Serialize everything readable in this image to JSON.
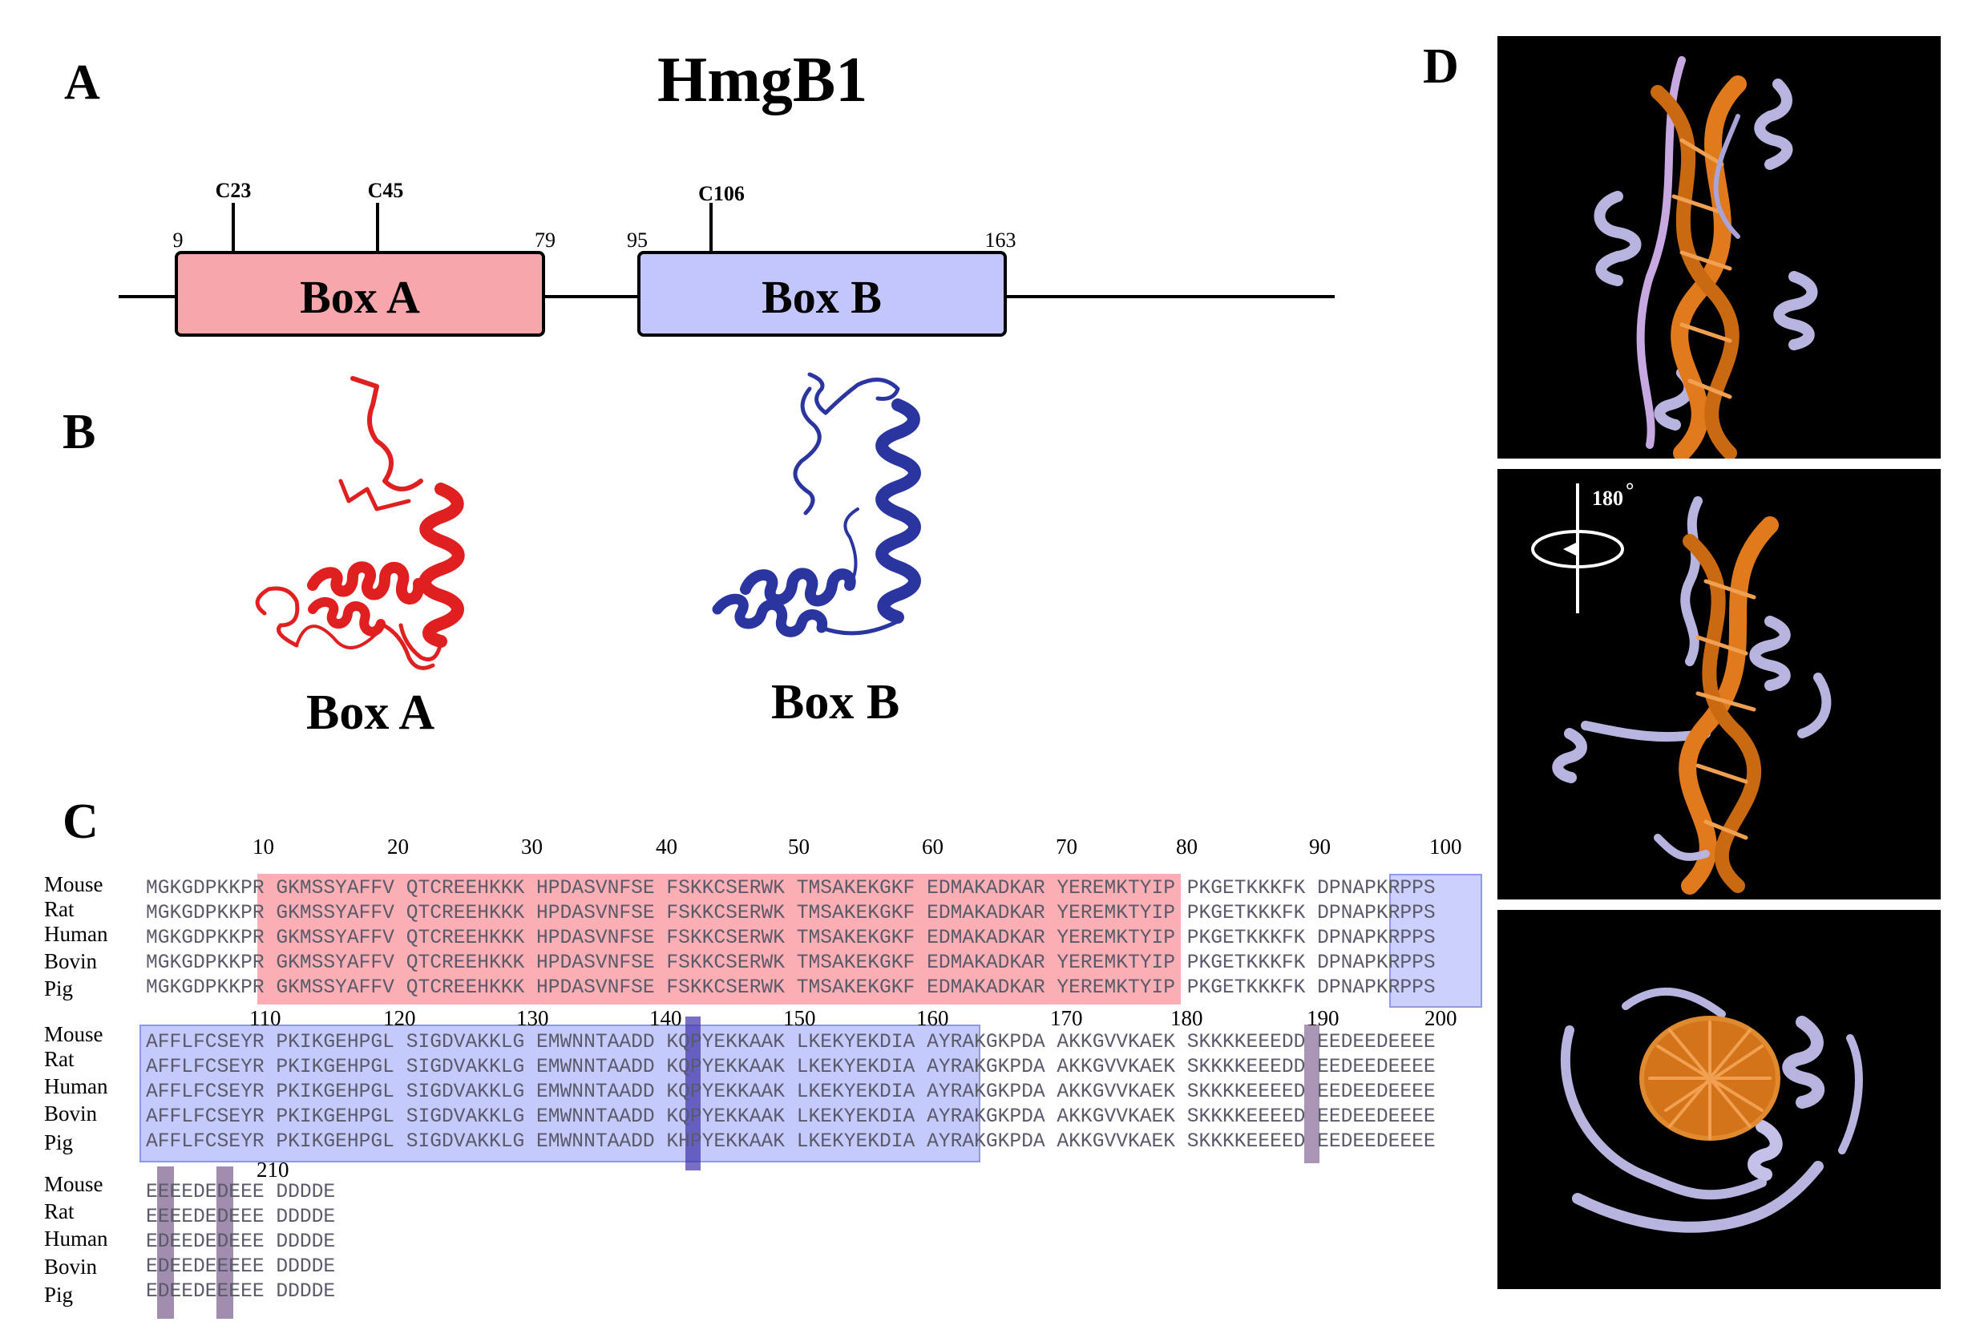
{
  "figure": {
    "panel_labels": {
      "A": "A",
      "B": "B",
      "C": "C",
      "D": "D"
    },
    "title": "HmgB1"
  },
  "domain_map": {
    "box_a_label": "Box A",
    "box_b_label": "Box B",
    "box_a_start": "9",
    "box_a_end": "79",
    "box_b_start": "95",
    "box_b_end": "163",
    "cysteines": [
      "C23",
      "C45",
      "C106"
    ],
    "box_a_color": "#f7a7ab",
    "box_b_color": "#c3c6fb"
  },
  "structures": {
    "box_a_label": "Box A",
    "box_b_label": "Box B",
    "box_a_color": "#e02020",
    "box_b_color": "#2a35a0"
  },
  "alignment": {
    "species": [
      "Mouse",
      "Rat",
      "Human",
      "Bovin",
      "Pig"
    ],
    "block1": {
      "ruler": [
        "10",
        "20",
        "30",
        "40",
        "50",
        "60",
        "70",
        "80",
        "90",
        "100"
      ],
      "rows": [
        "MGKGDPKKPR GKMSSYAFFV QTCREEHKKK HPDASVNFSE FSKKCSERWK TMSAKEKGKF EDMAKADKAR YEREMKTYIP PKGETKKKFK DPNAPKRPPS",
        "MGKGDPKKPR GKMSSYAFFV QTCREEHKKK HPDASVNFSE FSKKCSERWK TMSAKEKGKF EDMAKADKAR YEREMKTYIP PKGETKKKFK DPNAPKRPPS",
        "MGKGDPKKPR GKMSSYAFFV QTCREEHKKK HPDASVNFSE FSKKCSERWK TMSAKEKGKF EDMAKADKAR YEREMKTYIP PKGETKKKFK DPNAPKRPPS",
        "MGKGDPKKPR GKMSSYAFFV QTCREEHKKK HPDASVNFSE FSKKCSERWK TMSAKEKGKF EDMAKADKAR YEREMKTYIP PKGETKKKFK DPNAPKRPPS",
        "MGKGDPKKPR GKMSSYAFFV QTCREEHKKK HPDASVNFSE FSKKCSERWK TMSAKEKGKF EDMAKADKAR YEREMKTYIP PKGETKKKFK DPNAPKRPPS"
      ]
    },
    "block2": {
      "ruler": [
        "110",
        "120",
        "130",
        "140",
        "150",
        "160",
        "170",
        "180",
        "190",
        "200"
      ],
      "rows": [
        "AFFLFCSEYR PKIKGEHPGL SIGDVAKKLG EMWNNTAADD KQPYEKKAAK LKEKYEKDIA AYRAKGKPDA AKKGVVKAEK SKKKKEEEDD EEDEEDEEEE",
        "AFFLFCSEYR PKIKGEHPGL SIGDVAKKLG EMWNNTAADD KQPYEKKAAK LKEKYEKDIA AYRAKGKPDA AKKGVVKAEK SKKKKEEEDD EEDEEDEEEE",
        "AFFLFCSEYR PKIKGEHPGL SIGDVAKKLG EMWNNTAADD KQPYEKKAAK LKEKYEKDIA AYRAKGKPDA AKKGVVKAEK SKKKKEEEED EEDEEDEEEE",
        "AFFLFCSEYR PKIKGEHPGL SIGDVAKKLG EMWNNTAADD KQPYEKKAAK LKEKYEKDIA AYRAKGKPDA AKKGVVKAEK SKKKKEEEED EEDEEDEEEE",
        "AFFLFCSEYR PKIKGEHPGL SIGDVAKKLG EMWNNTAADD KHPYEKKAAK LKEKYEKDIA AYRAKGKPDA AKKGVVKAEK SKKKKEEEED EEDEEDEEEE"
      ]
    },
    "block3": {
      "ruler": [
        "210"
      ],
      "rows": [
        "EEEEDEDEEE DDDDE",
        "EEEEDEDEEE DDDDE",
        "EDEEDEDEEE DDDDE",
        "EDEEDEEEEE DDDDE",
        "EDEEDEEEEE DDDDE"
      ]
    }
  },
  "rotation": {
    "label": "180",
    "degree_symbol": "°"
  }
}
